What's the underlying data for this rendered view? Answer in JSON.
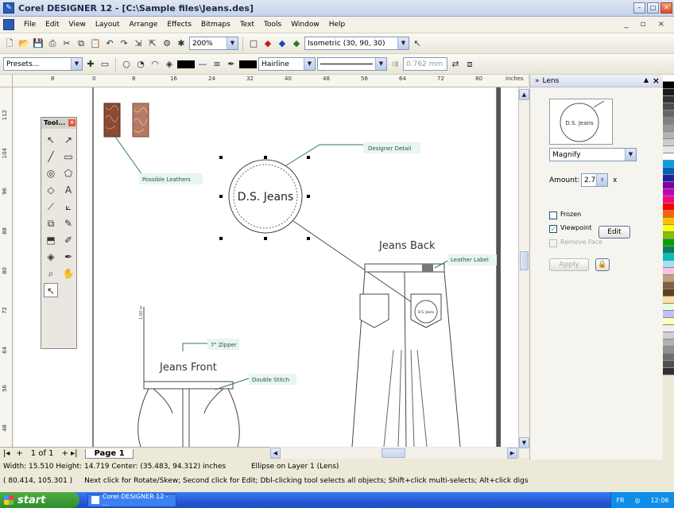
{
  "window": {
    "title": "Corel DESIGNER 12 - [C:\\Sample files\\Jeans.des]"
  },
  "menu": [
    "File",
    "Edit",
    "View",
    "Layout",
    "Arrange",
    "Effects",
    "Bitmaps",
    "Text",
    "Tools",
    "Window",
    "Help"
  ],
  "toolbar": {
    "zoom": "200%",
    "projection": "Isometric (30, 90, 30)"
  },
  "propbar": {
    "presets": "Presets...",
    "line_style": "Hairline",
    "outline_width": "0.762 mm"
  },
  "rulers": {
    "units": "inches",
    "h_labels": [
      "8",
      "0",
      "8",
      "16",
      "24",
      "32",
      "40",
      "48",
      "56",
      "64",
      "72",
      "80"
    ],
    "v_labels": [
      "112",
      "104",
      "96",
      "88",
      "80",
      "72",
      "64",
      "56",
      "48"
    ]
  },
  "toolbox": {
    "title": "Tool..."
  },
  "drawing": {
    "possible_leathers": "Possible Leathers",
    "designer_detail": "Designer Detail",
    "logo_text": "D.S. Jeans",
    "jeans_back": "Jeans Back",
    "leather_label": "Leather Label",
    "pocket_label": "D.S. Jeans",
    "zipper": "7\" Zipper",
    "jeans_front": "Jeans Front",
    "double_stitch": "Double Stitch",
    "dim_vertical": "1.00 in"
  },
  "pages": {
    "count": "1 of 1",
    "tab": "Page 1"
  },
  "docker": {
    "title": "Lens",
    "preview_text": "D.S. Jeans",
    "lens_type": "Magnify",
    "amount_label": "Amount:",
    "amount_value": "2.7",
    "amount_unit": "x",
    "frozen": "Frozen",
    "viewpoint": "Viewpoint",
    "edit": "Edit",
    "remove_face": "Remove Face",
    "apply": "Apply"
  },
  "status": {
    "line1_left": "Width: 15.510  Height: 14.719  Center: (35.483, 94.312)  inches",
    "line1_right": "Ellipse on Layer 1  (Lens)",
    "line2_coords": "( 80.414, 105.301 )",
    "line2_hint": "Next click for Rotate/Skew; Second click for Edit; Dbl-clicking tool selects all objects; Shift+click multi-selects; Alt+click digs"
  },
  "taskbar": {
    "start": "start",
    "task": "Corel DESIGNER 12 - ...",
    "lang": "FR",
    "clock": "12:06"
  },
  "palette_colors": [
    "#ffffff",
    "#000000",
    "#1a1a1a",
    "#333333",
    "#4d4d4d",
    "#666666",
    "#808080",
    "#999999",
    "#b3b3b3",
    "#cccccc",
    "#e6e6e6",
    "#ffffff",
    "#00a0e0",
    "#0060c0",
    "#2020a0",
    "#8000a0",
    "#c000c0",
    "#ff0080",
    "#ff0000",
    "#ff6000",
    "#ffc000",
    "#ffff00",
    "#80c000",
    "#00a000",
    "#008060",
    "#00c0c0",
    "#a0e0ff",
    "#ffc0e0",
    "#c0a080",
    "#806040",
    "#604020",
    "#ffe0a0",
    "#e0ffe0",
    "#c0c0ff",
    "#ffffc0",
    "#f0f0f0",
    "#d0d0d0",
    "#b0b0b0",
    "#909090",
    "#707070",
    "#505050",
    "#303030"
  ]
}
